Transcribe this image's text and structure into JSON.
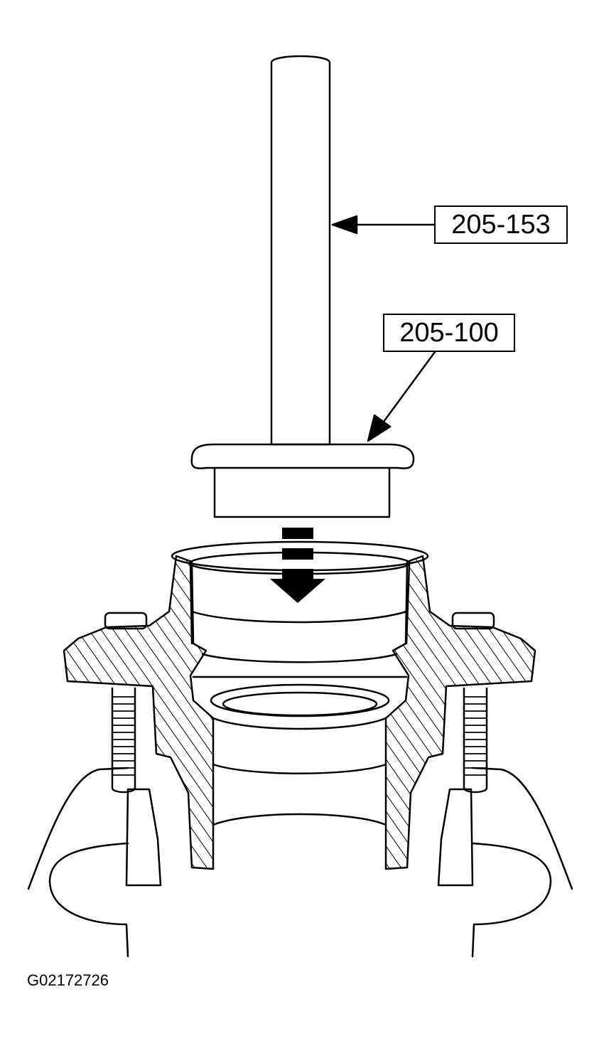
{
  "callouts": {
    "tool_top": "205-153",
    "tool_mid": "205-100"
  },
  "figure_id": "G02172726",
  "colors": {
    "ink": "#000000",
    "paper": "#ffffff"
  }
}
